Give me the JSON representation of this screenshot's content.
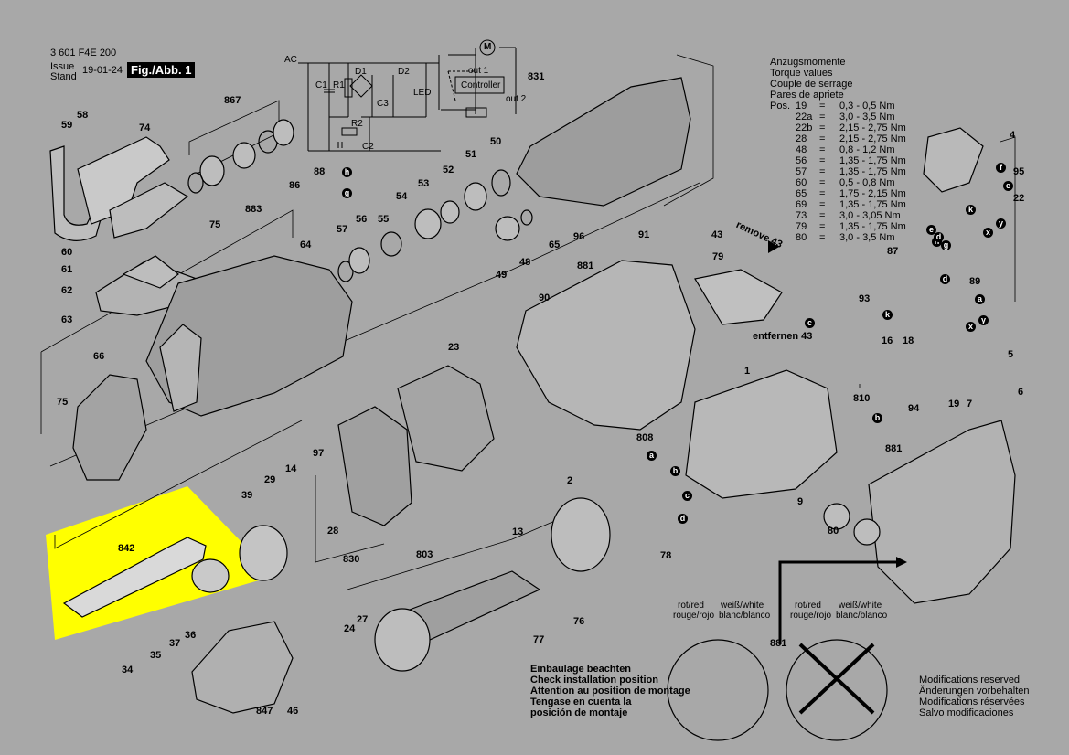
{
  "header": {
    "doc_number": "3 601 F4E 200",
    "issue_label": "Issue\nStand",
    "issue_date": "19-01-24",
    "fig_label": "Fig./Abb. 1"
  },
  "circuit": {
    "ac": "AC",
    "c1": "C1",
    "r1": "R1",
    "d1": "D1",
    "d2": "D2",
    "c3": "C3",
    "led": "LED",
    "r2": "R2",
    "c2": "C2",
    "out1": "out 1",
    "out2": "out 2",
    "controller": "Controller",
    "motor": "M"
  },
  "torque": {
    "title_lines": [
      "Anzugsmomente",
      "Torque values",
      "Couple de serrage",
      "Pares de apriete"
    ],
    "pos_label": "Pos.",
    "rows": [
      {
        "pos": "19",
        "eq": "=",
        "val": "0,3 - 0,5 Nm"
      },
      {
        "pos": "22a",
        "eq": "=",
        "val": "3,0 - 3,5 Nm"
      },
      {
        "pos": "22b",
        "eq": "=",
        "val": "2,15 - 2,75 Nm"
      },
      {
        "pos": "28",
        "eq": "=",
        "val": "2,15 - 2,75 Nm"
      },
      {
        "pos": "48",
        "eq": "=",
        "val": "0,8 - 1,2 Nm"
      },
      {
        "pos": "56",
        "eq": "=",
        "val": "1,35 - 1,75 Nm"
      },
      {
        "pos": "57",
        "eq": "=",
        "val": "1,35 - 1,75 Nm"
      },
      {
        "pos": "60",
        "eq": "=",
        "val": "0,5 - 0,8 Nm"
      },
      {
        "pos": "65",
        "eq": "=",
        "val": "1,75 - 2,15 Nm"
      },
      {
        "pos": "69",
        "eq": "=",
        "val": "1,35 - 1,75 Nm"
      },
      {
        "pos": "73",
        "eq": "=",
        "val": "3,0 - 3,05 Nm"
      },
      {
        "pos": "79",
        "eq": "=",
        "val": "1,35 - 1,75 Nm"
      },
      {
        "pos": "80",
        "eq": "=",
        "val": "3,0 - 3,5 Nm"
      }
    ]
  },
  "notes": {
    "remove43": "remove 43",
    "entfernen43": "entfernen 43",
    "install_lines": [
      "Einbaulage beachten",
      "Check installation position",
      "Attention au position de montage",
      "Tengase en cuenta la",
      "posición de montaje"
    ],
    "mod_lines": [
      "Modifications reserved",
      "Änderungen vorbehalten",
      "Modifications réservées",
      "Salvo modificaciones"
    ],
    "wire_red": "rot/red",
    "wire_red2": "rouge/rojo",
    "wire_white": "weiß/white",
    "wire_white2": "blanc/blanco"
  },
  "part_numbers": [
    "58",
    "59",
    "74",
    "867",
    "60",
    "61",
    "62",
    "63",
    "75",
    "88",
    "86",
    "883",
    "56",
    "55",
    "54",
    "53",
    "52",
    "51",
    "50",
    "831",
    "91",
    "96",
    "95",
    "65",
    "43",
    "64",
    "57",
    "49",
    "48",
    "881",
    "90",
    "79",
    "87",
    "93",
    "66",
    "75",
    "23",
    "97",
    "29",
    "14",
    "39",
    "842",
    "35",
    "36",
    "37",
    "34",
    "847",
    "46",
    "28",
    "830",
    "1",
    "16",
    "18",
    "810",
    "94",
    "19",
    "7",
    "5",
    "6",
    "89",
    "4",
    "22",
    "808",
    "9",
    "80",
    "2",
    "13",
    "803",
    "24",
    "27",
    "77",
    "76",
    "78",
    "881",
    "881"
  ],
  "connector_letters": [
    "a",
    "b",
    "c",
    "d",
    "e",
    "f",
    "g",
    "h",
    "k",
    "x",
    "y"
  ]
}
